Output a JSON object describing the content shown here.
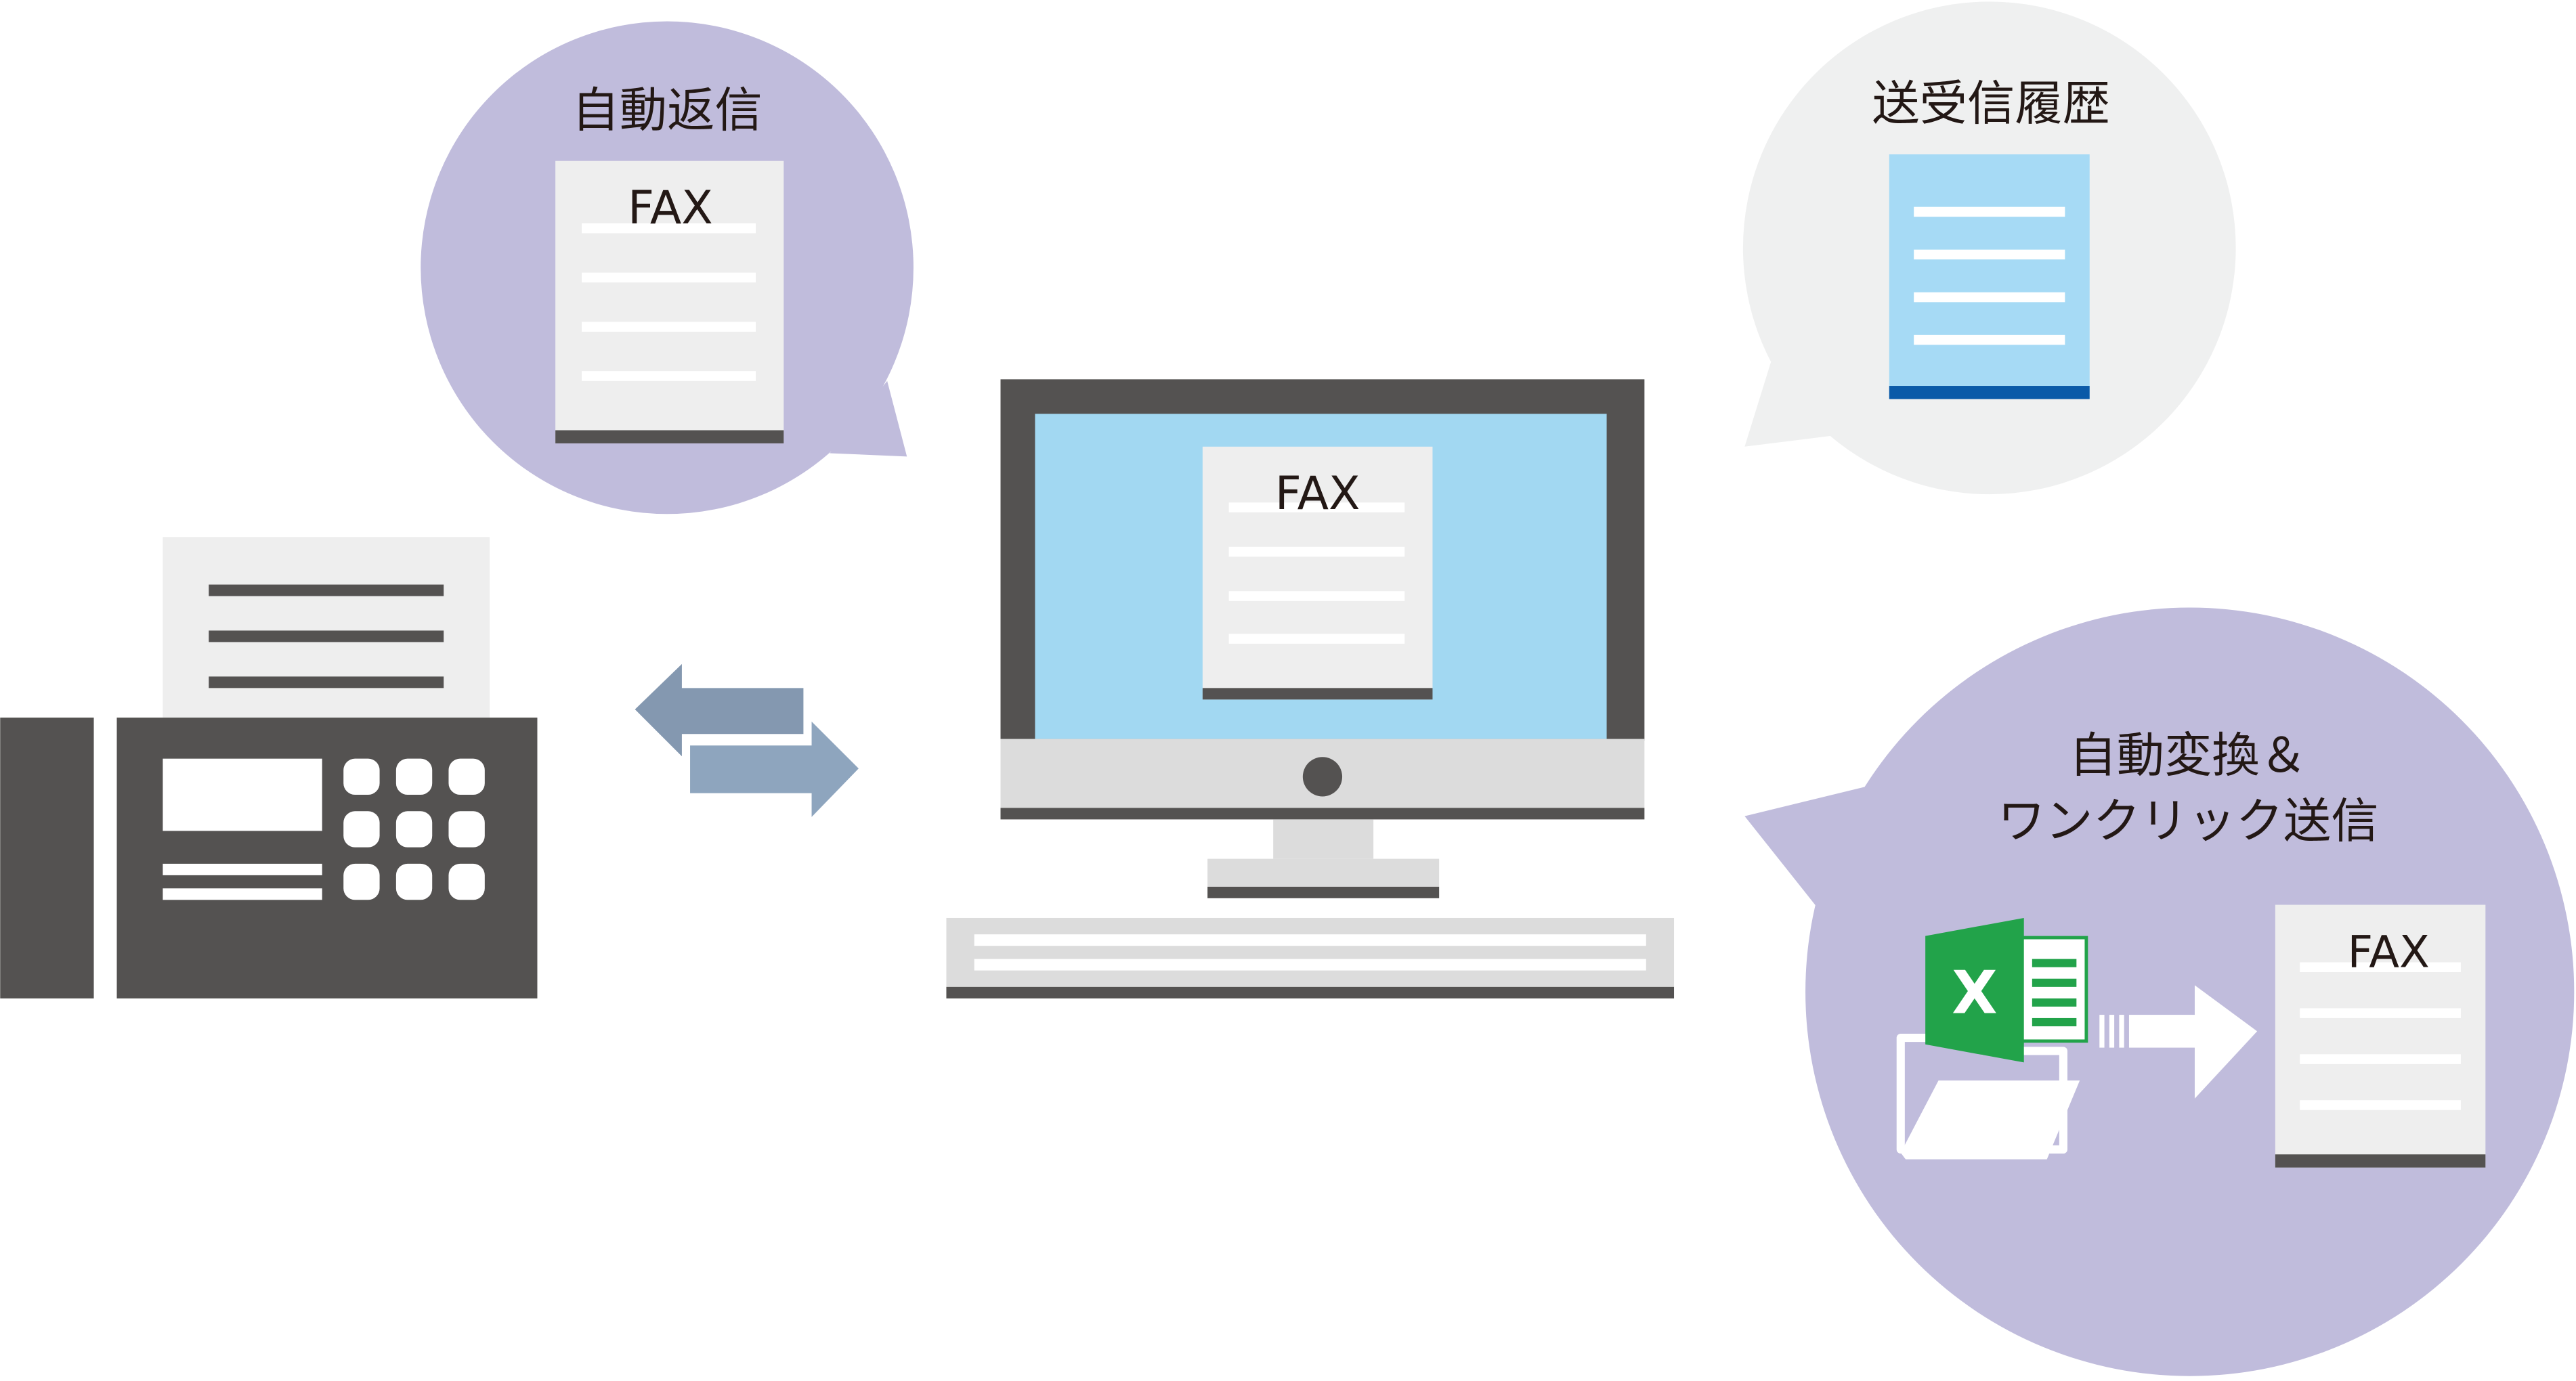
{
  "bubbles": {
    "auto_reply": {
      "title": "自動返信",
      "doc_label": "FAX"
    },
    "history": {
      "title": "送受信履歴"
    },
    "convert": {
      "title_line1": "自動変換＆",
      "title_line2": "ワンクリック送信",
      "doc_label": "FAX",
      "excel_icon_letter": "X"
    }
  },
  "computer": {
    "screen_doc_label": "FAX"
  },
  "colors": {
    "lavender": "#C0BCDC",
    "light_gray_bubble": "#EFF0F0",
    "dark_gray": "#545251",
    "paper": "#EEEEEE",
    "screen_blue": "#A2D8F2",
    "history_doc_blue": "#A6DAF5",
    "history_bar_blue": "#0A5AA8",
    "arrow_dark": "#8498B0",
    "arrow_light": "#8EA5BE",
    "excel_green": "#22A34A"
  },
  "icons": [
    "fax-machine-icon",
    "exchange-arrows-icon",
    "desktop-computer-icon",
    "keyboard-icon",
    "excel-icon",
    "folder-icon",
    "convert-arrow-icon",
    "document-icon"
  ]
}
